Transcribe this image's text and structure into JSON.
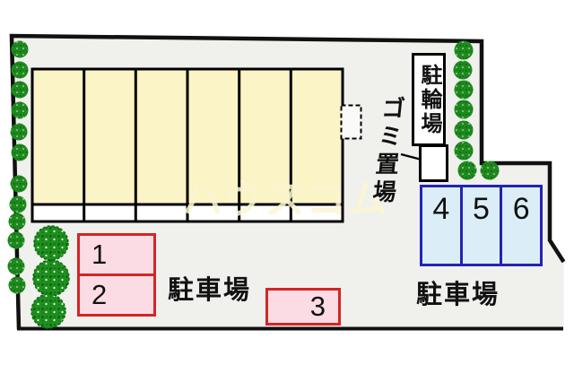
{
  "site_plan": {
    "watermark": "ハウスコム",
    "labels": {
      "bicycle_parking": "駐輪場",
      "garbage_area": "ゴミ置場",
      "parking_left": "駐車場",
      "parking_right": "駐車場"
    },
    "parking_spaces": {
      "left": [
        "1",
        "2",
        "3"
      ],
      "right": [
        "4",
        "5",
        "6"
      ]
    },
    "colors": {
      "site_fill": "#f0f0ed",
      "boundary": "#111111",
      "building_fill": "#faf4c6",
      "building_band": "#ffffff",
      "pink_fill": "#fbdce4",
      "pink_border": "#d42525",
      "blue_fill": "#dbeef7",
      "blue_border": "#2323b4",
      "tree_green": "#1e8a1e"
    }
  }
}
